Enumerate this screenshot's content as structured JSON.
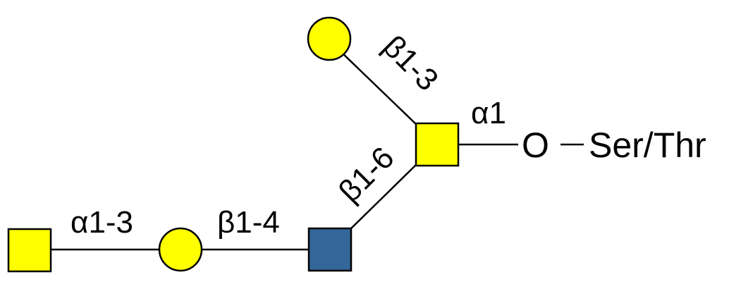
{
  "title": "O-glycan structure",
  "colors": {
    "galactose": "#FFFF00",
    "galnac": "#FFFF00",
    "glcnac": "#336699",
    "outline": "#000000"
  },
  "residues": [
    {
      "id": "gal-top",
      "shape": "circle",
      "color": "#FFFF00"
    },
    {
      "id": "galnac-core",
      "shape": "square",
      "color": "#FFFF00"
    },
    {
      "id": "glcnac",
      "shape": "square",
      "color": "#336699"
    },
    {
      "id": "gal-middle",
      "shape": "circle",
      "color": "#FFFF00"
    },
    {
      "id": "galnac-terminal",
      "shape": "square",
      "color": "#FFFF00"
    }
  ],
  "linkages": {
    "top": "β1-3",
    "core": "α1",
    "branch": "β1-6",
    "middle": "β1-4",
    "terminal": "α1-3"
  },
  "aglycone": {
    "oxygen": "O",
    "amino_acid": "Ser/Thr"
  }
}
